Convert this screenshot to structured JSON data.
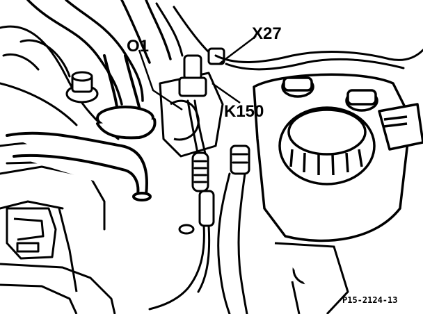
{
  "labels": {
    "o1": "O1",
    "x27": "X27",
    "k150": "K150"
  },
  "figure_id": "P15-2124-13",
  "colors": {
    "ink": "#000000",
    "paper": "#ffffff"
  }
}
